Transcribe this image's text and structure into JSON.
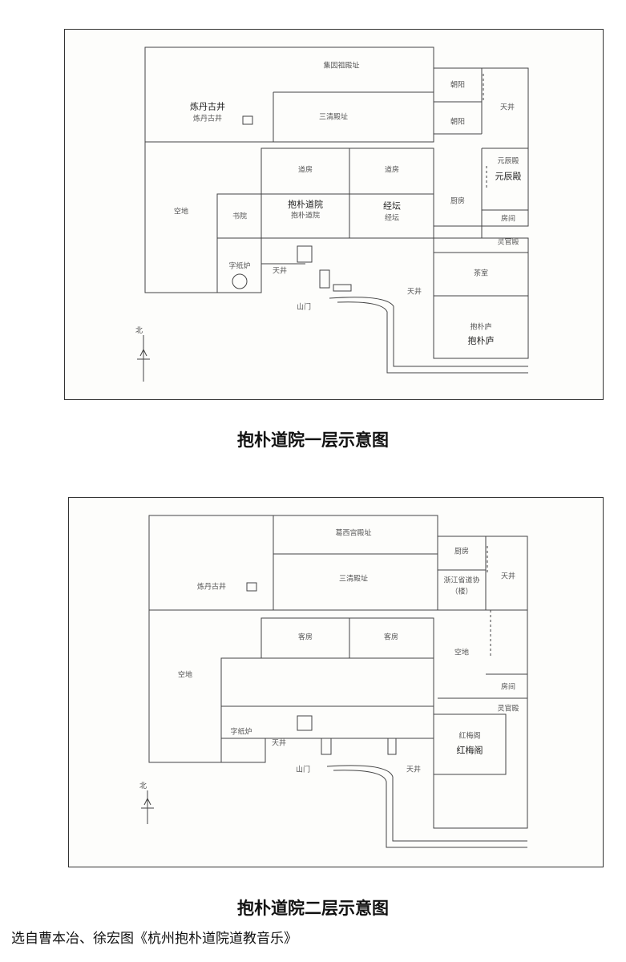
{
  "floor1": {
    "caption": "抱朴道院一层示意图",
    "labels": {
      "jiulong": "集因祖殿址",
      "lianfu_a": "炼丹古井",
      "lianfu_b": "炼丹古井",
      "sanqing": "三清殿址",
      "chaoyang": "朝阳",
      "tian_right": "天井",
      "chaoyang2": "朝阳",
      "daofang1": "道房",
      "daofang2": "道房",
      "yuanchen_a": "元辰殿",
      "yuanchen_b": "元辰殿",
      "kongdi": "空地",
      "shuyuan": "书院",
      "baopu_a": "抱朴道院",
      "baopu_b": "抱朴道院",
      "jingtan_a": "经坛",
      "jingtan_b": "经坛",
      "chufang": "厨房",
      "fangjian": "房间",
      "lingguan": "灵官殿",
      "zizhi": "字纸炉",
      "tianjing1": "天井",
      "shanmen": "山门",
      "tianjing2": "天井",
      "chashi": "茶室",
      "baopulu_a": "抱朴庐",
      "baopulu_b": "抱朴庐"
    }
  },
  "floor2": {
    "caption": "抱朴道院二层示意图",
    "labels": {
      "gexi": "葛西宫殿址",
      "fang1": "厨房",
      "tian_right": "天井",
      "lianfu": "炼丹古井",
      "sanqing": "三清殿址",
      "zhejiang_a": "浙江省道协",
      "zhejiang_b": "（楼）",
      "kefang1": "客房",
      "kefang2": "客房",
      "kongdi1": "空地",
      "kongdi2": "空地",
      "fangjian": "房间",
      "lingguan": "灵官殿",
      "zizhi": "字纸炉",
      "tianjing1": "天井",
      "hongmei_a": "红梅阁",
      "hongmei_b": "红梅阁",
      "shanmen": "山门",
      "tianjing2": "天井"
    }
  },
  "north_label": "北",
  "source": "选自曹本冶、徐宏图《杭州抱朴道院道教音乐》"
}
